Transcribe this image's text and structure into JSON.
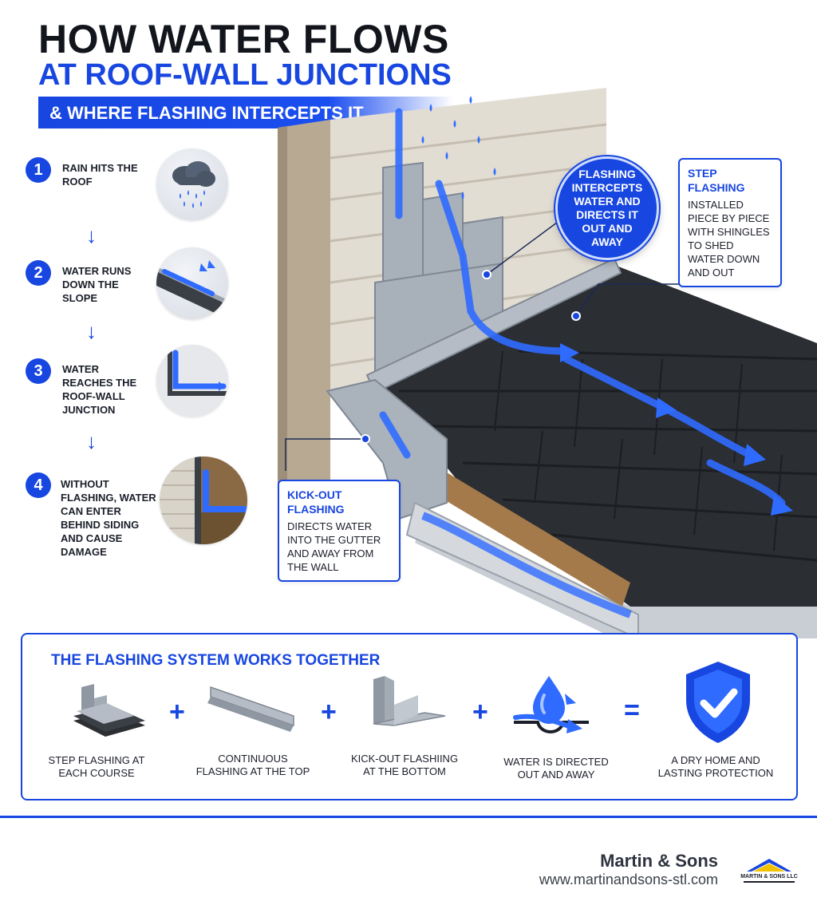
{
  "header": {
    "title_line1": "HOW WATER FLOWS",
    "title_line2": "AT ROOF-WALL JUNCTIONS",
    "subtitle": "& WHERE FLASHING INTERCEPTS IT"
  },
  "steps": [
    {
      "number": "1",
      "text": "RAIN HITS THE ROOF",
      "icon": "rain-cloud-icon"
    },
    {
      "number": "2",
      "text": "WATER RUNS DOWN THE SLOPE",
      "icon": "slope-water-icon"
    },
    {
      "number": "3",
      "text": "WATER REACHES THE ROOF-WALL JUNCTION",
      "icon": "junction-water-icon"
    },
    {
      "number": "4",
      "text": "WITHOUT FLASHING, WATER CAN ENTER BEHIND SIDING AND CAUSE DAMAGE",
      "icon": "siding-damage-icon"
    }
  ],
  "callouts": {
    "intercept": "FLASHING INTERCEPTS WATER AND DIRECTS IT OUT AND AWAY",
    "step_flashing": {
      "title": "STEP FLASHING",
      "body": "INSTALLED PIECE BY PIECE WITH SHINGLES TO SHED WATER DOWN AND OUT"
    },
    "kickout_flashing": {
      "title": "KICK-OUT FLASHING",
      "body": "DIRECTS WATER INTO THE GUTTER AND AWAY FROM THE WALL"
    }
  },
  "system": {
    "title": "THE FLASHING SYSTEM WORKS TOGETHER",
    "items": [
      {
        "label": "STEP FLASHING AT EACH COURSE",
        "icon": "step-flashing-icon"
      },
      {
        "label": "CONTINUOUS FLASHING AT THE TOP",
        "icon": "continuous-flashing-icon"
      },
      {
        "label": "KICK-OUT FLASHIING AT THE BOTTOM",
        "icon": "kickout-flashing-icon"
      },
      {
        "label": "WATER IS DIRECTED OUT AND AWAY",
        "icon": "water-drop-icon"
      },
      {
        "label": "A DRY HOME AND LASTING PROTECTION",
        "icon": "shield-check-icon"
      }
    ],
    "operators": [
      "+",
      "+",
      "+",
      "="
    ]
  },
  "footer": {
    "brand": "Martin & Sons",
    "url": "www.martinandsons-stl.com",
    "logo_text": "MARTIN & SONS LLC"
  },
  "colors": {
    "accent": "#1746e0",
    "water": "#2f6bff",
    "shingle": "#2b2e33",
    "metal": "#9aa3ad",
    "siding": "#dcd7cc"
  }
}
